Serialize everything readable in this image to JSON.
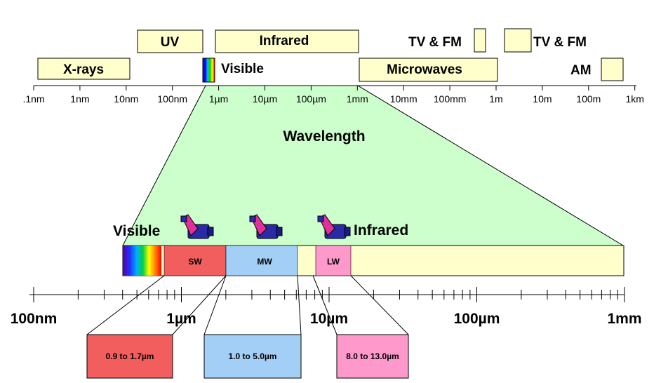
{
  "colors": {
    "band_fill": "#ffffcc",
    "wedge_fill": "#ccffcc",
    "sw": "#f25d5d",
    "mw": "#a3cef5",
    "lw": "#ff99cc",
    "camera_body": "#2a2aa8",
    "camera_lens": "#e0309a"
  },
  "top_scale": {
    "ticks": [
      ".1nm",
      "1nm",
      "10nm",
      "100nm",
      "1µm",
      "10µm",
      "100µm",
      "1mm",
      "10mm",
      "100mm",
      "1m",
      "10m",
      "100m",
      "1km"
    ]
  },
  "bands": {
    "xrays": "X-rays",
    "uv": "UV",
    "visible": "Visible",
    "infrared": "Infrared",
    "microwaves": "Microwaves",
    "tvfm_1": "TV & FM",
    "tvfm_2": "TV & FM",
    "am": "AM"
  },
  "wedge": {
    "title": "Wavelength"
  },
  "detail": {
    "visible_label": "Visible",
    "infrared_label": "Infrared",
    "segments": [
      {
        "id": "sw",
        "label": "SW",
        "range": "0.9 to 1.7µm"
      },
      {
        "id": "mw",
        "label": "MW",
        "range": "1.0 to 5.0µm"
      },
      {
        "id": "lw",
        "label": "LW",
        "range": "8.0 to 13.0µm"
      }
    ]
  },
  "bottom_scale": {
    "ticks": [
      "100nm",
      "1µm",
      "10µm",
      "100µm",
      "1mm"
    ]
  }
}
